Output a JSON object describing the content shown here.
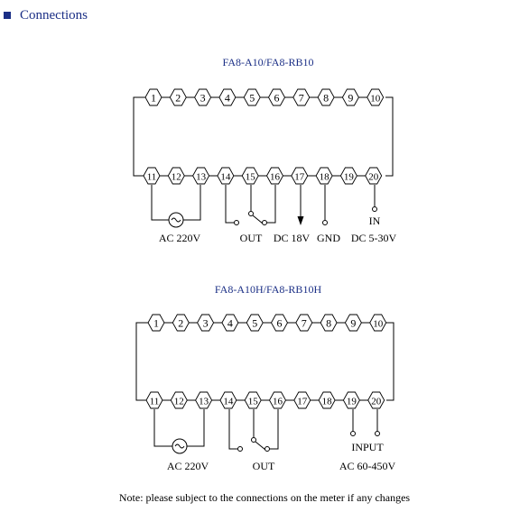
{
  "header": {
    "title": "Connections",
    "bullet_color": "#1b2f86"
  },
  "diagrams": [
    {
      "title": "FA8-A10/FA8-RB10",
      "labels": {
        "power": "AC 220V",
        "out": "OUT",
        "dc18": "DC 18V",
        "gnd": "GND",
        "in": "IN",
        "dc530": "DC 5-30V"
      }
    },
    {
      "title": "FA8-A10H/FA8-RB10H",
      "labels": {
        "power": "AC 220V",
        "out": "OUT",
        "input": "INPUT",
        "ac60450": "AC 60-450V"
      }
    }
  ],
  "terminals": {
    "top": [
      "1",
      "2",
      "3",
      "4",
      "5",
      "6",
      "7",
      "8",
      "9",
      "10"
    ],
    "bottom": [
      "11",
      "12",
      "13",
      "14",
      "15",
      "16",
      "17",
      "18",
      "19",
      "20"
    ]
  },
  "note": "Note: please subject to the connections on the meter if any changes",
  "colors": {
    "title": "#1b2f86",
    "lines": "#000000"
  }
}
